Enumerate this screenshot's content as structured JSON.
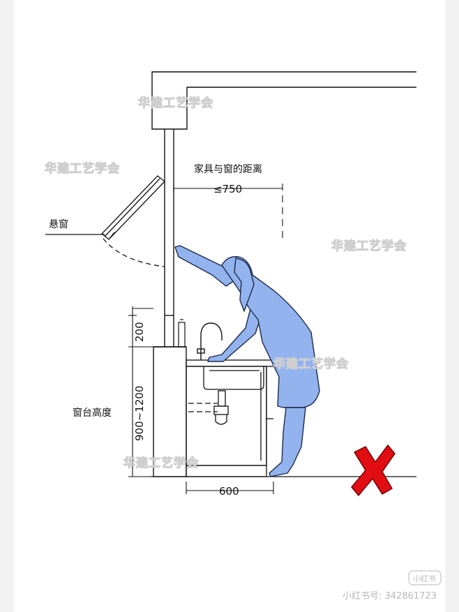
{
  "labels": {
    "distance_title": "家具与窗的距离",
    "distance_value": "≤750",
    "top_hung_window": "悬窗",
    "sill_height_title": "窗台高度",
    "upstand_height": "200",
    "sill_height_range": "900~1200",
    "cabinet_depth": "600"
  },
  "watermark": {
    "text": "华建工艺学会"
  },
  "branding": {
    "badge": "小红书",
    "account": "小红书号: 342861723"
  },
  "colors": {
    "line": "#111111",
    "figure_fill": "#93b3ee",
    "figure_stroke": "#1a2a4a",
    "cross": "#e10d13",
    "cross_outline": "#6a0000"
  },
  "icons": {
    "wrong_mark": "cross-mark-icon"
  }
}
